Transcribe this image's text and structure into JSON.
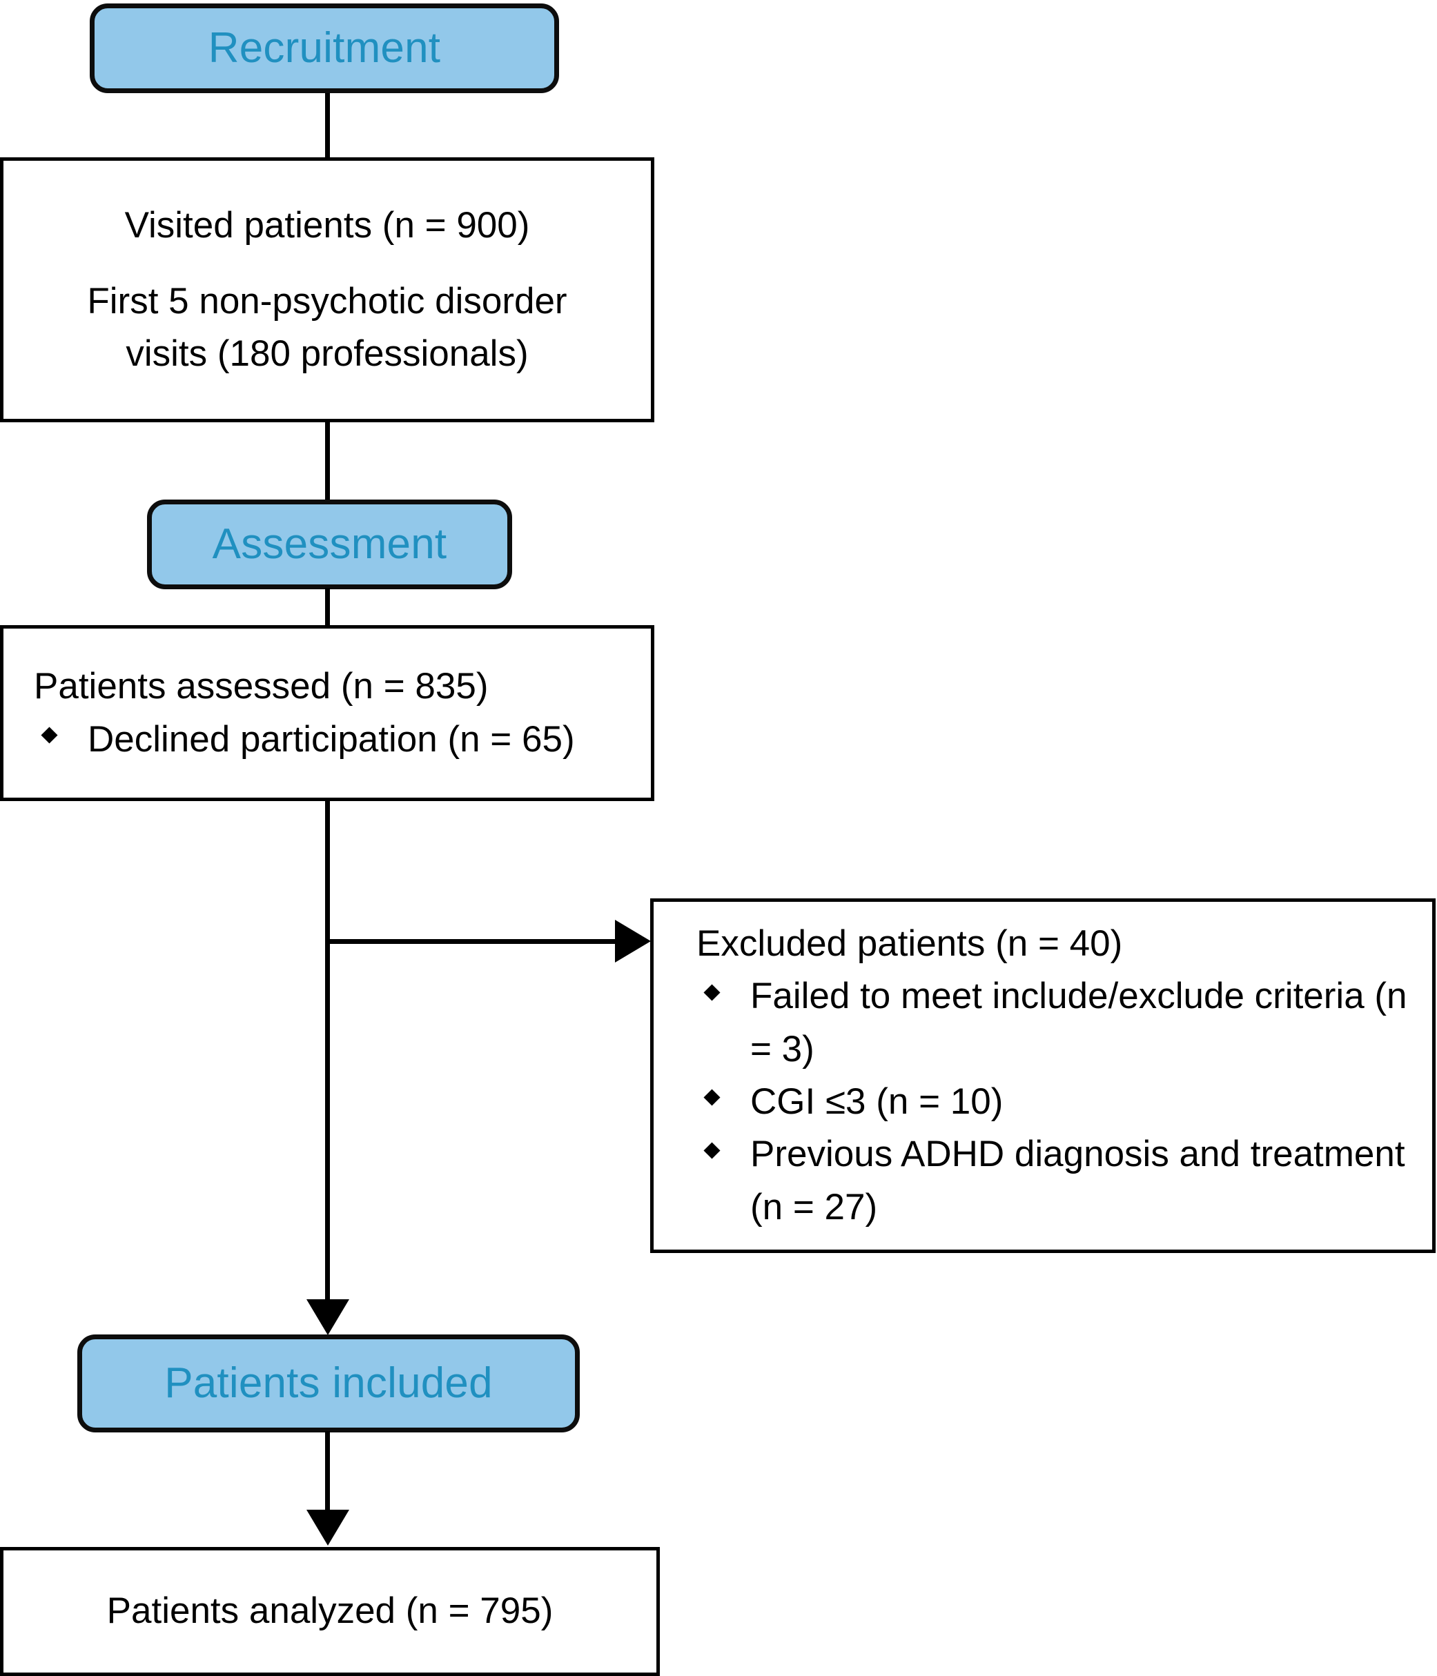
{
  "diagram": {
    "title": "CONSORT-style patient flow diagram",
    "colors": {
      "stage_fill": "#92c8ea",
      "stage_text": "#2090c0",
      "line": "#000000",
      "box_border": "#000000",
      "background": "#ffffff"
    },
    "stages": {
      "recruitment": "Recruitment",
      "assessment": "Assessment",
      "patients_included": "Patients included"
    },
    "nodes": {
      "visited": {
        "line1": "Visited patients (n = 900)",
        "line2": "First 5 non-psychotic disorder",
        "line3": "visits (180 professionals)"
      },
      "assessed": {
        "heading": "Patients assessed (n = 835)",
        "bullets": [
          "Declined participation (n = 65)"
        ]
      },
      "excluded": {
        "heading": "Excluded patients (n = 40)",
        "bullets": [
          "Failed to meet include/exclude criteria (n = 3)",
          "CGI ≤3 (n = 10)",
          "Previous ADHD diagnosis and treatment (n = 27)"
        ]
      },
      "analyzed": {
        "text": "Patients analyzed (n = 795)"
      }
    },
    "counts": {
      "visited_n": 900,
      "professionals": 180,
      "first_visits": 5,
      "assessed_n": 835,
      "declined_n": 65,
      "excluded_n": 40,
      "failed_criteria_n": 3,
      "cgi_n": 10,
      "previous_adhd_n": 27,
      "analyzed_n": 795
    }
  }
}
